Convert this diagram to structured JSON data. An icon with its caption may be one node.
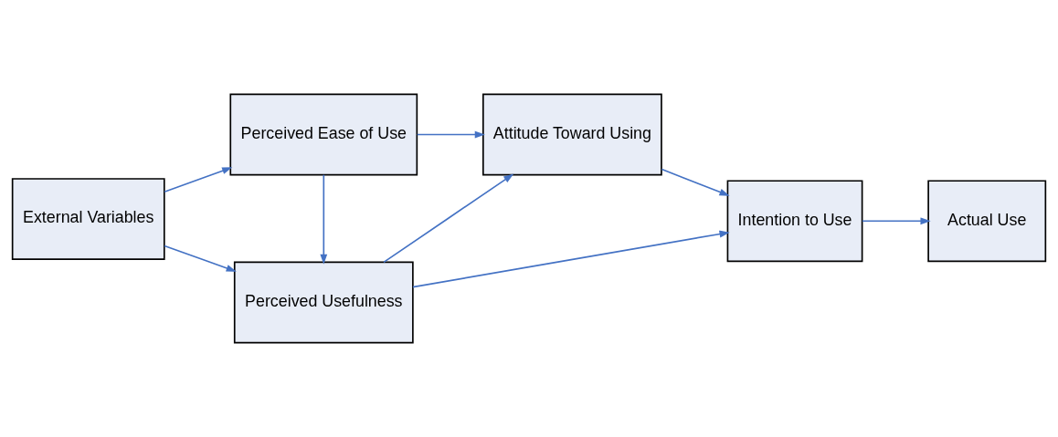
{
  "diagram": {
    "nodes": [
      {
        "text": [
          "External Variables"
        ]
      },
      {
        "text": [
          "Perceived Usefulness"
        ]
      },
      {
        "text": [
          "Perceived Ease of Use"
        ]
      },
      {
        "text": [
          "Attitude Toward Using"
        ]
      },
      {
        "text": [
          "Intention to Use"
        ]
      },
      {
        "text": [
          "Actual Use"
        ]
      }
    ],
    "edges": [
      {
        "from": 0,
        "to": 1,
        "arrow": "to"
      },
      {
        "from": 0,
        "to": 2,
        "arrow": "to"
      },
      {
        "from": 2,
        "to": 1,
        "arrow": "to"
      },
      {
        "from": 1,
        "to": 3,
        "arrow": "to"
      },
      {
        "from": 2,
        "to": 3,
        "arrow": "to"
      },
      {
        "from": 1,
        "to": 4,
        "arrow": "to"
      },
      {
        "from": 3,
        "to": 4,
        "arrow": "to"
      },
      {
        "from": 4,
        "to": 5,
        "arrow": "to"
      }
    ]
  }
}
